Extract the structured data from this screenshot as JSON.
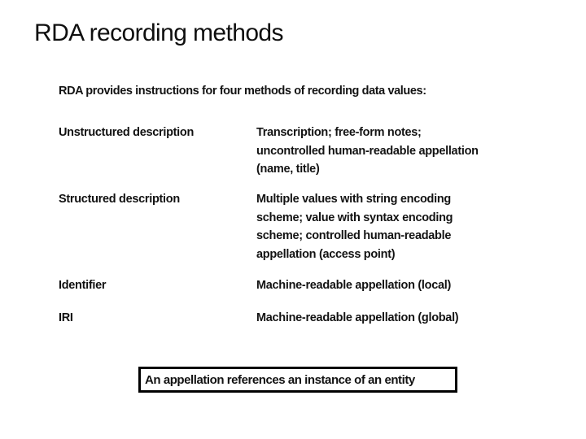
{
  "slide": {
    "title": "RDA recording methods",
    "intro": "RDA provides instructions for four methods of recording data values:",
    "methods": [
      {
        "term": "Unstructured description",
        "description_lines": [
          "Transcription; free-form notes;",
          "uncontrolled human-readable appellation",
          "(name, title)"
        ]
      },
      {
        "term": "Structured description",
        "description_lines": [
          "Multiple values with string encoding",
          "scheme; value with syntax encoding",
          "scheme; controlled human-readable",
          "appellation (access point)"
        ]
      },
      {
        "term": "Identifier",
        "description_lines": [
          "Machine-readable appellation (local)"
        ]
      },
      {
        "term": "IRI",
        "description_lines": [
          "Machine-readable appellation (global)"
        ]
      }
    ],
    "callout": "An appellation references an instance of an entity",
    "colors": {
      "background": "#ffffff",
      "text": "#121212",
      "callout_border": "#000000"
    }
  }
}
